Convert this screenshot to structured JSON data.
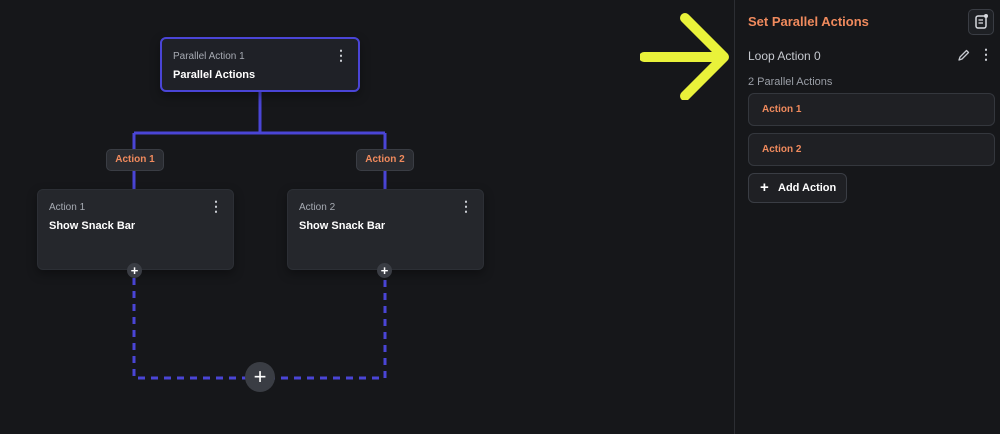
{
  "canvas": {
    "root": {
      "sub": "Parallel Action 1",
      "main": "Parallel Actions"
    },
    "branches": [
      {
        "chip": "Action 1",
        "sub": "Action 1",
        "main": "Show Snack Bar"
      },
      {
        "chip": "Action 2",
        "sub": "Action 2",
        "main": "Show Snack Bar"
      }
    ],
    "colors": {
      "wire": "#4a45d6",
      "accent": "#f08a5d",
      "arrow": "#e9f23a"
    }
  },
  "panel": {
    "title": "Set Parallel Actions",
    "loop_label": "Loop Action 0",
    "count_label": "2 Parallel Actions",
    "actions": [
      "Action 1",
      "Action 2"
    ],
    "add_button_label": "Add Action"
  },
  "icons": {
    "more": "more-vertical-icon",
    "plus": "plus-icon",
    "edit": "pencil-icon",
    "notes": "note-icon",
    "highlight": "arrow-right-icon"
  }
}
